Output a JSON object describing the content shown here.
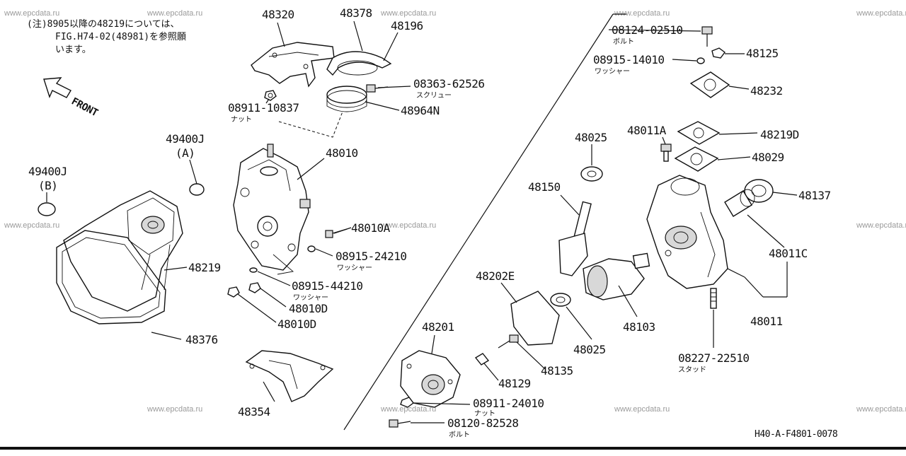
{
  "note": {
    "line1": "(注)8905以降の48219については、",
    "line2": "FIG.H74-02(48981)を参照願",
    "line3": "います。"
  },
  "front_label": "FRONT",
  "watermark": "www.epcdata.ru",
  "figure_code": "H40-A-F4801-0078",
  "parts": {
    "p48320": "48320",
    "p48378": "48378",
    "p48196": "48196",
    "p08363": "08363-62526",
    "p08363_sub": "スクリュー",
    "p08911a": "08911-10837",
    "p08911a_sub": "ナット",
    "p48964n": "48964N",
    "p49400j_a": "49400J",
    "p49400j_a_tag": "(A)",
    "p49400j_b": "49400J",
    "p49400j_b_tag": "(B)",
    "p48010": "48010",
    "p48010a": "48010A",
    "p08915a": "08915-24210",
    "p08915a_sub": "ワッシャー",
    "p48219": "48219",
    "p08915b": "08915-44210",
    "p08915b_sub": "ワッシャー",
    "p48010d_1": "48010D",
    "p48010d_2": "48010D",
    "p48376": "48376",
    "p48354": "48354",
    "p08124": "08124-02510",
    "p08124_sub": "ボルト",
    "p48125": "48125",
    "p08915c": "08915-14010",
    "p08915c_sub": "ワッシャー",
    "p48232": "48232",
    "p48011a": "48011A",
    "p48219d": "48219D",
    "p48025_top": "48025",
    "p48029": "48029",
    "p48150": "48150",
    "p48137": "48137",
    "p48011c": "48011C",
    "p48202e": "48202E",
    "p48103": "48103",
    "p48011": "48011",
    "p48025_bot": "48025",
    "p48201": "48201",
    "p48135": "48135",
    "p08227": "08227-22510",
    "p08227_sub": "スタッド",
    "p48129": "48129",
    "p08911b": "08911-24010",
    "p08911b_sub": "ナット",
    "p08120": "08120-82528",
    "p08120_sub": "ボルト"
  }
}
